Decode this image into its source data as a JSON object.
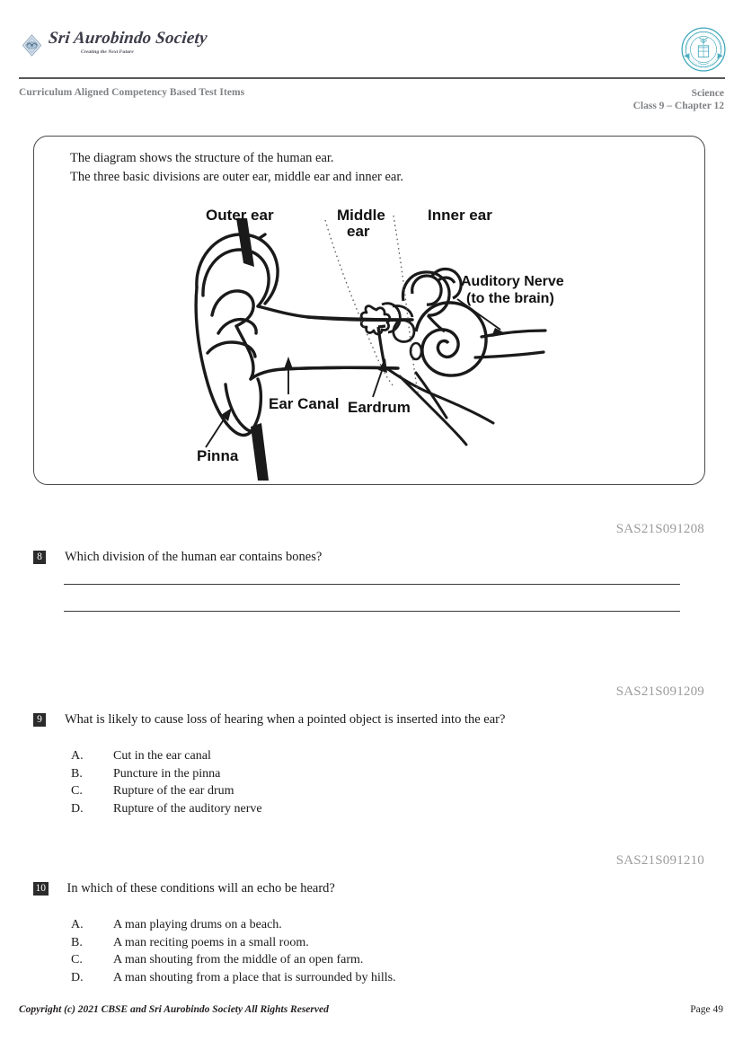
{
  "document": {
    "accent_teal": "#3aa5b8",
    "logo_gray": "#3d3d4a",
    "rule_gray": "#58585b",
    "header_text_gray": "#808285",
    "code_gray": "#9b9b9b",
    "badge_bg": "#2b2b2b"
  },
  "header": {
    "society_logo": {
      "emblem_icon": "lotus-diamond-emblem-icon",
      "wordmark": "Sri Aurobindo Society",
      "tagline": "Creating the Next Future"
    },
    "board_logo": {
      "emblem_icon": "cbse-circular-seal-icon",
      "alt": "Central Board of Secondary Education seal"
    },
    "left_label": "Curriculum Aligned Competency Based Test Items",
    "subject": "Science",
    "class_chapter": "Class 9 – Chapter 12"
  },
  "stimulus": {
    "lines": [
      "The diagram shows the structure of the human ear.",
      "The three basic divisions are outer ear, middle ear and inner ear."
    ],
    "figure": {
      "name": "human-ear-structure-diagram",
      "labels": {
        "outer_ear": "Outer ear",
        "middle_ear_line1": "Middle",
        "middle_ear_line2": "ear",
        "inner_ear": "Inner ear",
        "auditory_nerve_line1": "Auditory Nerve",
        "auditory_nerve_line2": "(to the brain)",
        "ear_canal": "Ear Canal",
        "eardrum": "Eardrum",
        "pinna": "Pinna"
      }
    }
  },
  "questions": [
    {
      "code": "SAS21S091208",
      "number": "8",
      "text": "Which division of the human ear contains bones?",
      "type": "short-answer",
      "answer_lines": 2,
      "options": []
    },
    {
      "code": "SAS21S091209",
      "number": "9",
      "text": "What is likely to cause loss of hearing when a pointed object is inserted into the ear?",
      "type": "multiple-choice",
      "answer_lines": 0,
      "options": [
        {
          "letter": "A.",
          "text": "Cut in the ear canal"
        },
        {
          "letter": "B.",
          "text": "Puncture in the pinna"
        },
        {
          "letter": "C.",
          "text": "Rupture of the ear drum"
        },
        {
          "letter": "D.",
          "text": "Rupture of the auditory nerve"
        }
      ]
    },
    {
      "code": "SAS21S091210",
      "number": "10",
      "text": "In which of these conditions will an echo be heard?",
      "type": "multiple-choice",
      "answer_lines": 0,
      "options": [
        {
          "letter": "A.",
          "text": "A man playing drums on a beach."
        },
        {
          "letter": "B.",
          "text": "A man reciting poems in a small room."
        },
        {
          "letter": "C.",
          "text": "A man shouting from the middle of an open farm."
        },
        {
          "letter": "D.",
          "text": "A man shouting from a place that is surrounded by hills."
        }
      ]
    }
  ],
  "footer": {
    "copyright": "Copyright (c) 2021 CBSE and Sri Aurobindo Society All Rights Reserved",
    "page": "Page 49"
  }
}
